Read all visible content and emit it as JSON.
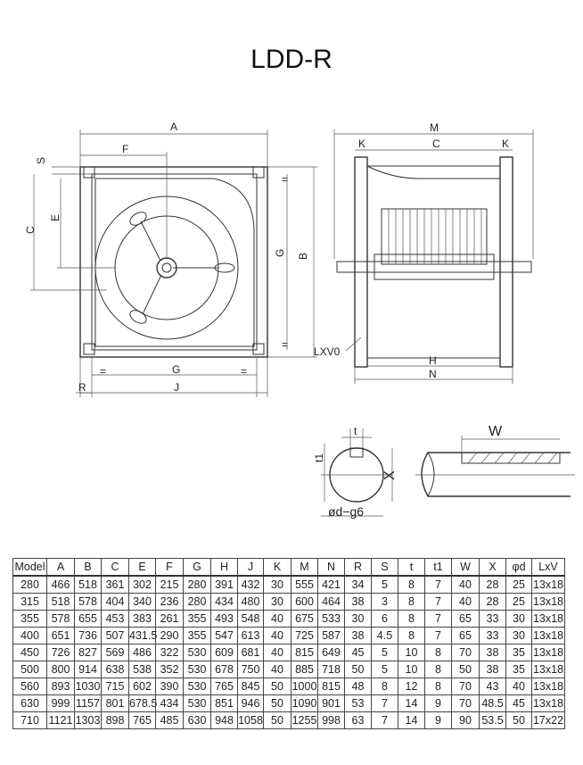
{
  "title": "LDD-R",
  "labels": {
    "A": "A",
    "F": "F",
    "S": "S",
    "C": "C",
    "E": "E",
    "G": "G",
    "B": "B",
    "R": "R",
    "J": "J",
    "eq": "=",
    "M": "M",
    "K": "K",
    "H": "H",
    "N": "N",
    "lxv": "LXV0",
    "t": "t",
    "t1": "t1",
    "X": "X",
    "d": "ød−g6",
    "W": "W"
  },
  "table": {
    "headers": [
      "Model",
      "A",
      "B",
      "C",
      "E",
      "F",
      "G",
      "H",
      "J",
      "K",
      "M",
      "N",
      "R",
      "S",
      "t",
      "t1",
      "W",
      "X",
      "φd",
      "LxV"
    ],
    "rows": [
      [
        "280",
        "466",
        "518",
        "361",
        "302",
        "215",
        "280",
        "391",
        "432",
        "30",
        "555",
        "421",
        "34",
        "5",
        "8",
        "7",
        "40",
        "28",
        "25",
        "13x18"
      ],
      [
        "315",
        "518",
        "578",
        "404",
        "340",
        "236",
        "280",
        "434",
        "480",
        "30",
        "600",
        "464",
        "38",
        "3",
        "8",
        "7",
        "40",
        "28",
        "25",
        "13x18"
      ],
      [
        "355",
        "578",
        "655",
        "453",
        "383",
        "261",
        "355",
        "493",
        "548",
        "40",
        "675",
        "533",
        "30",
        "6",
        "8",
        "7",
        "65",
        "33",
        "30",
        "13x18"
      ],
      [
        "400",
        "651",
        "736",
        "507",
        "431.5",
        "290",
        "355",
        "547",
        "613",
        "40",
        "725",
        "587",
        "38",
        "4.5",
        "8",
        "7",
        "65",
        "33",
        "30",
        "13x18"
      ],
      [
        "450",
        "726",
        "827",
        "569",
        "486",
        "322",
        "530",
        "609",
        "681",
        "40",
        "815",
        "649",
        "45",
        "5",
        "10",
        "8",
        "70",
        "38",
        "35",
        "13x18"
      ],
      [
        "500",
        "800",
        "914",
        "638",
        "538",
        "352",
        "530",
        "678",
        "750",
        "40",
        "885",
        "718",
        "50",
        "5",
        "10",
        "8",
        "50",
        "38",
        "35",
        "13x18"
      ],
      [
        "560",
        "893",
        "1030",
        "715",
        "602",
        "390",
        "530",
        "765",
        "845",
        "50",
        "1000",
        "815",
        "48",
        "8",
        "12",
        "8",
        "70",
        "43",
        "40",
        "13x18"
      ],
      [
        "630",
        "999",
        "1157",
        "801",
        "678.5",
        "434",
        "530",
        "851",
        "946",
        "50",
        "1090",
        "901",
        "53",
        "7",
        "14",
        "9",
        "70",
        "48.5",
        "45",
        "13x18"
      ],
      [
        "710",
        "1121",
        "1303",
        "898",
        "765",
        "485",
        "630",
        "948",
        "1058",
        "50",
        "1255",
        "998",
        "63",
        "7",
        "14",
        "9",
        "90",
        "53.5",
        "50",
        "17x22"
      ]
    ]
  }
}
